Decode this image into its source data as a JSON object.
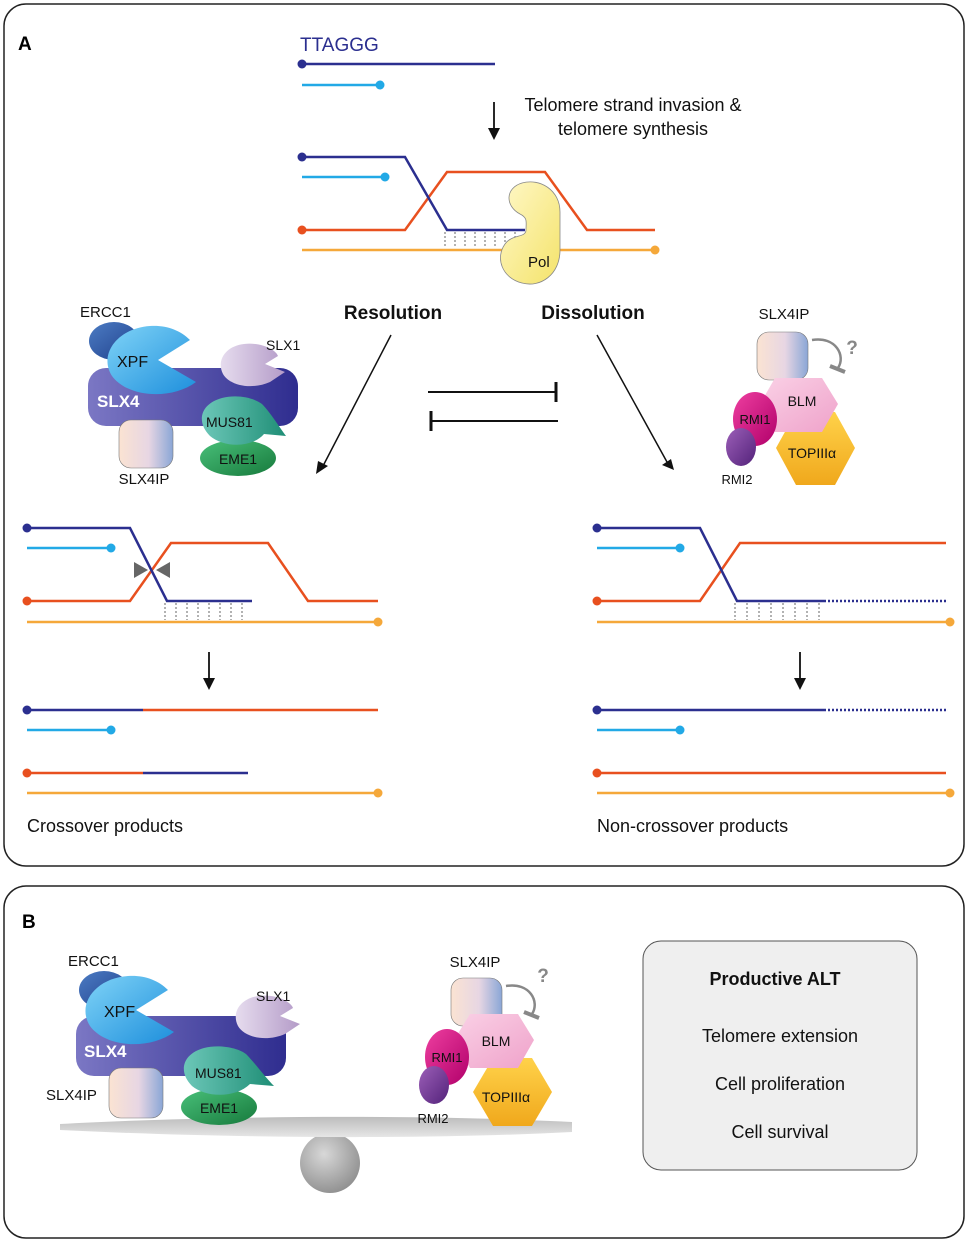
{
  "panel_a": {
    "label": "A",
    "sequence": "TTAGGG",
    "step_text_line1": "Telomere strand invasion &",
    "step_text_line2": "telomere synthesis",
    "polymerase": "Pol",
    "resolution": "Resolution",
    "dissolution": "Dissolution",
    "crossover_products": "Crossover products",
    "noncrossover_products": "Non-crossover products"
  },
  "complex_slx4": {
    "ercc1": "ERCC1",
    "xpf": "XPF",
    "slx1": "SLX1",
    "slx4": "SLX4",
    "mus81": "MUS81",
    "eme1": "EME1",
    "slx4ip": "SLX4IP"
  },
  "complex_btr": {
    "slx4ip": "SLX4IP",
    "question": "?",
    "blm": "BLM",
    "rmi1": "RMI1",
    "rmi2": "RMI2",
    "topiii": "TOPIIIα"
  },
  "panel_b": {
    "label": "B",
    "box_title": "Productive ALT",
    "items": [
      "Telomere extension",
      "Cell proliferation",
      "Cell survival"
    ]
  },
  "colors": {
    "navy": "#2b2f8f",
    "lightblue": "#22a9e6",
    "red": "#e8501f",
    "orange": "#f5a83a"
  }
}
